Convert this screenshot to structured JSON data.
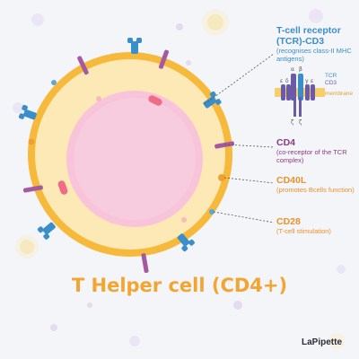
{
  "title": "T Helper cell (CD4+)",
  "brand": "LaPipette",
  "colors": {
    "background": "#f4f5f8",
    "membrane_outer": "#f6b93b",
    "cytoplasm": "#fde9b6",
    "nucleus": "#f7c4d9",
    "title": "#f2a531",
    "tcr_label": "#3a8ec9",
    "cd4_label": "#8b3a82",
    "cd40l_label": "#e9912b",
    "cd28_label": "#e9912b"
  },
  "labels": {
    "tcr": {
      "name": "T-cell receptor (TCR)-CD3",
      "description": "(recognises class-II MHC antigens)"
    },
    "cd4": {
      "name": "CD4",
      "description": "(co-receptor of the TCR complex)"
    },
    "cd40l": {
      "name": "CD40L",
      "description": "(promotes Bcells function)"
    },
    "cd28": {
      "name": "CD28",
      "description": "(T-cell stimulation)"
    }
  },
  "inset": {
    "chains": [
      "ε",
      "δ",
      "α",
      "β",
      "γ",
      "ε",
      "ζ",
      "ζ"
    ],
    "legend": [
      "TCR",
      "CD3",
      "membrane"
    ]
  }
}
